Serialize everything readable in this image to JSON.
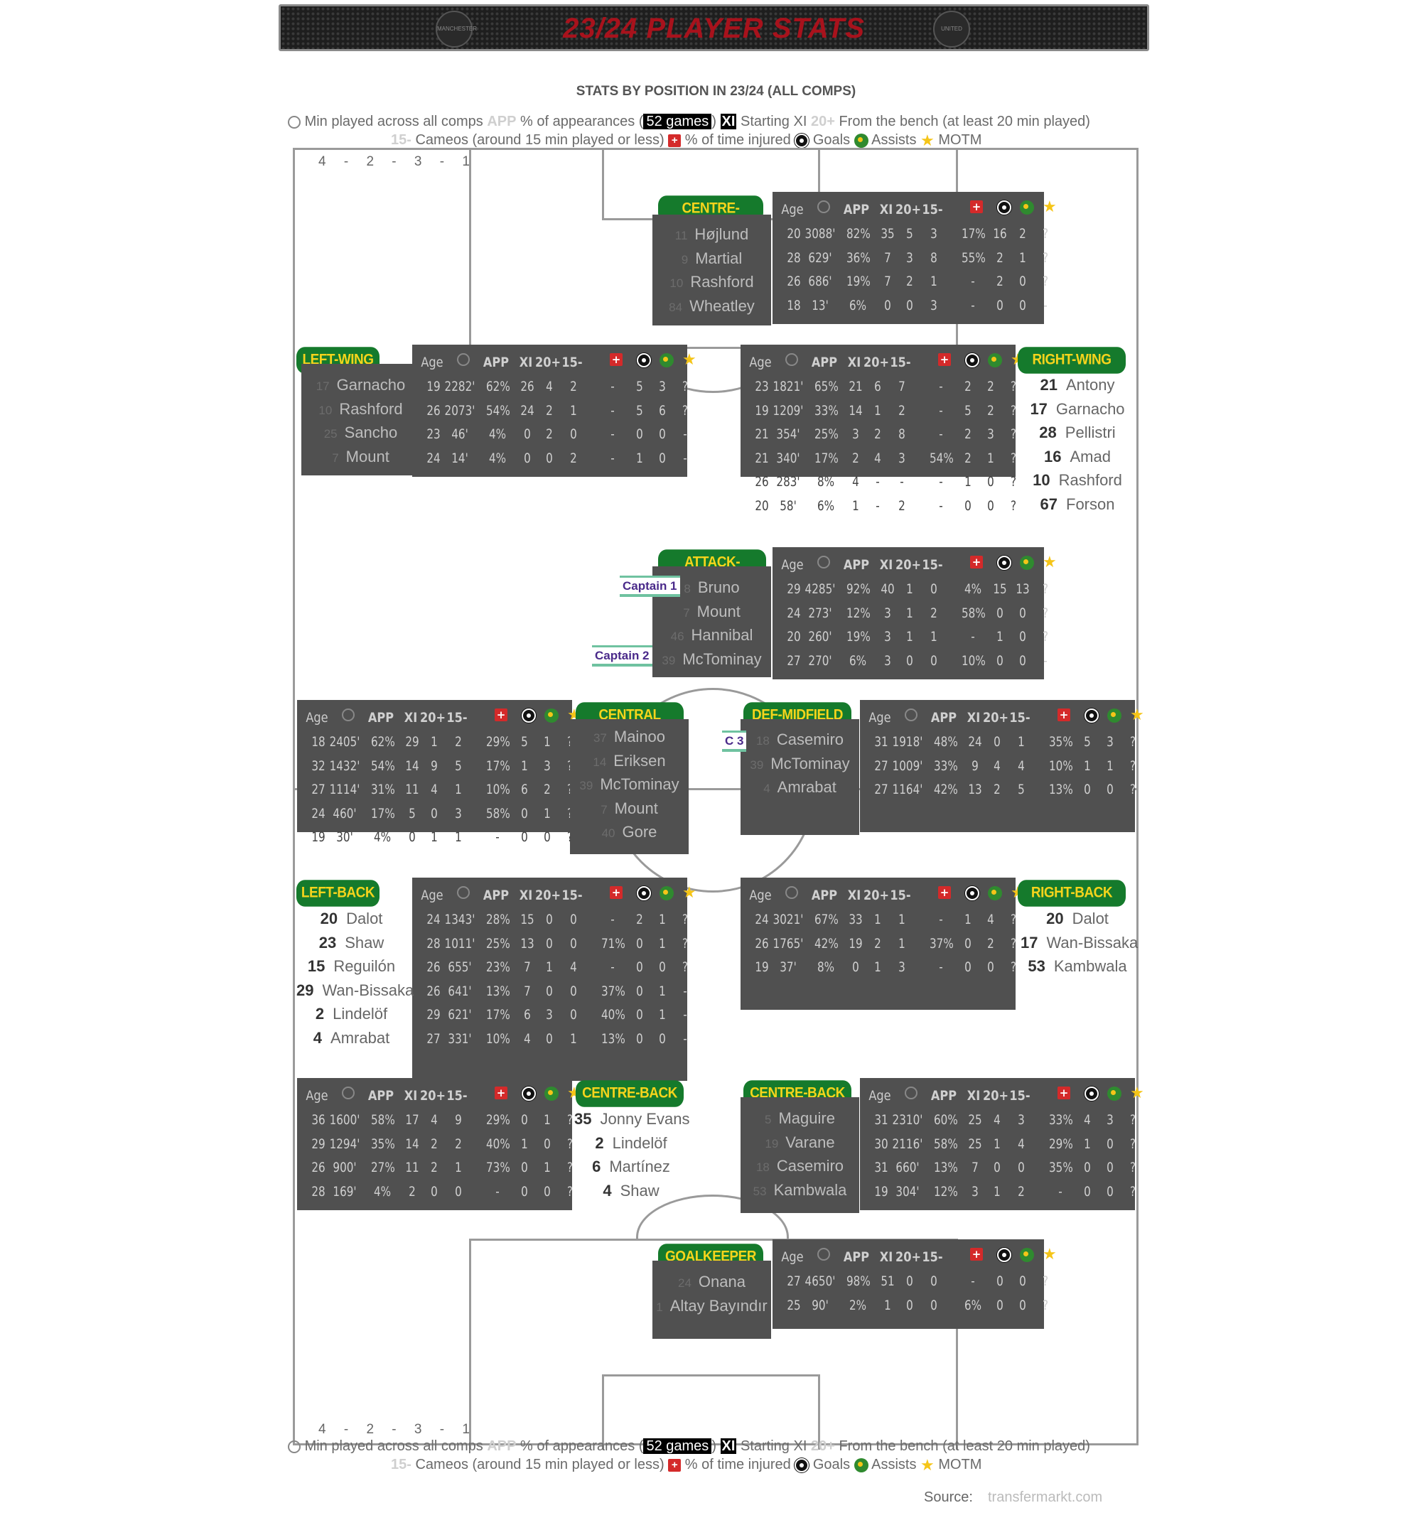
{
  "header": {
    "title": "23/24 PLAYER STATS",
    "crest_left": "MANCHESTER",
    "crest_right": "UNITED"
  },
  "subtitle": "STATS BY POSITION IN 23/24 (ALL COMPS)",
  "legend": {
    "min_played": "Min played across all comps",
    "app_key": "APP",
    "app_text": "% of appearances (",
    "games": "52 games",
    "xi_key": "XI",
    "xi_text": "Starting XI",
    "bench_key": "20+",
    "bench_text": "From the bench (at least 20 min played)",
    "cameo_key": "15-",
    "cameo_text": "Cameos (around 15 min played or less)",
    "injured_text": "% of time injured",
    "goals_text": "Goals",
    "assists_text": "Assists",
    "motm_text": "MOTM"
  },
  "formation": "4 - 2 - 3 - 1",
  "columns": [
    "Age",
    "APP",
    "XI",
    "20+",
    "15-"
  ],
  "captains": {
    "c1": "Captain 1",
    "c2": "Captain 2",
    "c3": "C 3"
  },
  "positions": {
    "cf": {
      "label": "CENTRE-FORWARD",
      "players": [
        {
          "num": "11",
          "name": "Højlund"
        },
        {
          "num": "9",
          "name": "Martial"
        },
        {
          "num": "10",
          "name": "Rashford"
        },
        {
          "num": "84",
          "name": "Wheatley"
        }
      ],
      "rows": [
        [
          "20",
          "3088'",
          "82%",
          "35",
          "5",
          "3",
          "17%",
          "16",
          "2",
          "?"
        ],
        [
          "28",
          "629'",
          "36%",
          "7",
          "3",
          "8",
          "55%",
          "2",
          "1",
          "?"
        ],
        [
          "26",
          "686'",
          "19%",
          "7",
          "2",
          "1",
          "-",
          "2",
          "0",
          "?"
        ],
        [
          "18",
          "13'",
          "6%",
          "0",
          "0",
          "3",
          "-",
          "0",
          "0",
          "-"
        ]
      ]
    },
    "lw": {
      "label": "LEFT-WING",
      "players": [
        {
          "num": "17",
          "name": "Garnacho"
        },
        {
          "num": "10",
          "name": "Rashford"
        },
        {
          "num": "25",
          "name": "Sancho"
        },
        {
          "num": "7",
          "name": "Mount"
        }
      ],
      "rows": [
        [
          "19",
          "2282'",
          "62%",
          "26",
          "4",
          "2",
          "-",
          "5",
          "3",
          "?"
        ],
        [
          "26",
          "2073'",
          "54%",
          "24",
          "2",
          "1",
          "-",
          "5",
          "6",
          "?"
        ],
        [
          "23",
          "46'",
          "4%",
          "0",
          "2",
          "0",
          "-",
          "0",
          "0",
          "-"
        ],
        [
          "24",
          "14'",
          "4%",
          "0",
          "0",
          "2",
          "-",
          "1",
          "0",
          "-"
        ]
      ]
    },
    "rw": {
      "label": "RIGHT-WING",
      "players": [
        {
          "num": "21",
          "name": "Antony"
        },
        {
          "num": "17",
          "name": "Garnacho"
        },
        {
          "num": "28",
          "name": "Pellistri"
        },
        {
          "num": "16",
          "name": "Amad"
        },
        {
          "num": "10",
          "name": "Rashford"
        },
        {
          "num": "67",
          "name": "Forson"
        }
      ],
      "rows": [
        [
          "23",
          "1821'",
          "65%",
          "21",
          "6",
          "7",
          "-",
          "2",
          "2",
          "?"
        ],
        [
          "19",
          "1209'",
          "33%",
          "14",
          "1",
          "2",
          "-",
          "5",
          "2",
          "?"
        ],
        [
          "21",
          "354'",
          "25%",
          "3",
          "2",
          "8",
          "-",
          "2",
          "3",
          "?"
        ],
        [
          "21",
          "340'",
          "17%",
          "2",
          "4",
          "3",
          "54%",
          "2",
          "1",
          "?"
        ],
        [
          "26",
          "283'",
          "8%",
          "4",
          "-",
          "-",
          "-",
          "1",
          "0",
          "?"
        ],
        [
          "20",
          "58'",
          "6%",
          "1",
          "-",
          "2",
          "-",
          "0",
          "0",
          "?"
        ]
      ]
    },
    "am": {
      "label": "ATTACK-MIDFIELD",
      "players": [
        {
          "num": "8",
          "name": "Bruno"
        },
        {
          "num": "7",
          "name": "Mount"
        },
        {
          "num": "46",
          "name": "Hannibal"
        },
        {
          "num": "39",
          "name": "McTominay"
        }
      ],
      "rows": [
        [
          "29",
          "4285'",
          "92%",
          "40",
          "1",
          "0",
          "4%",
          "15",
          "13",
          "?"
        ],
        [
          "24",
          "273'",
          "12%",
          "3",
          "1",
          "2",
          "58%",
          "0",
          "0",
          "?"
        ],
        [
          "20",
          "260'",
          "19%",
          "3",
          "1",
          "1",
          "-",
          "1",
          "0",
          "?"
        ],
        [
          "27",
          "270'",
          "6%",
          "3",
          "0",
          "0",
          "10%",
          "0",
          "0",
          "-"
        ]
      ]
    },
    "cm": {
      "label": "CENTRAL MIDFIELD",
      "players": [
        {
          "num": "37",
          "name": "Mainoo"
        },
        {
          "num": "14",
          "name": "Eriksen"
        },
        {
          "num": "39",
          "name": "McTominay"
        },
        {
          "num": "7",
          "name": "Mount"
        },
        {
          "num": "40",
          "name": "Gore"
        }
      ],
      "rows": [
        [
          "18",
          "2405'",
          "62%",
          "29",
          "1",
          "2",
          "29%",
          "5",
          "1",
          "?"
        ],
        [
          "32",
          "1432'",
          "54%",
          "14",
          "9",
          "5",
          "17%",
          "1",
          "3",
          "?"
        ],
        [
          "27",
          "1114'",
          "31%",
          "11",
          "4",
          "1",
          "10%",
          "6",
          "2",
          "?"
        ],
        [
          "24",
          "460'",
          "17%",
          "5",
          "0",
          "3",
          "58%",
          "0",
          "1",
          "?"
        ],
        [
          "19",
          "30'",
          "4%",
          "0",
          "1",
          "1",
          "-",
          "0",
          "0",
          "?"
        ]
      ]
    },
    "dm": {
      "label": "DEF-MIDFIELD",
      "players": [
        {
          "num": "18",
          "name": "Casemiro"
        },
        {
          "num": "39",
          "name": "McTominay"
        },
        {
          "num": "4",
          "name": "Amrabat"
        }
      ],
      "rows": [
        [
          "31",
          "1918'",
          "48%",
          "24",
          "0",
          "1",
          "35%",
          "5",
          "3",
          "?"
        ],
        [
          "27",
          "1009'",
          "33%",
          "9",
          "4",
          "4",
          "10%",
          "1",
          "1",
          "?"
        ],
        [
          "27",
          "1164'",
          "42%",
          "13",
          "2",
          "5",
          "13%",
          "0",
          "0",
          "?"
        ]
      ]
    },
    "lb": {
      "label": "LEFT-BACK",
      "players": [
        {
          "num": "20",
          "name": "Dalot"
        },
        {
          "num": "23",
          "name": "Shaw"
        },
        {
          "num": "15",
          "name": "Reguilón"
        },
        {
          "num": "29",
          "name": "Wan-Bissaka"
        },
        {
          "num": "2",
          "name": "Lindelöf"
        },
        {
          "num": "4",
          "name": "Amrabat"
        }
      ],
      "rows": [
        [
          "24",
          "1343'",
          "28%",
          "15",
          "0",
          "0",
          "-",
          "2",
          "1",
          "?"
        ],
        [
          "28",
          "1011'",
          "25%",
          "13",
          "0",
          "0",
          "71%",
          "0",
          "1",
          "?"
        ],
        [
          "26",
          "655'",
          "23%",
          "7",
          "1",
          "4",
          "-",
          "0",
          "0",
          "?"
        ],
        [
          "26",
          "641'",
          "13%",
          "7",
          "0",
          "0",
          "37%",
          "0",
          "1",
          "-"
        ],
        [
          "29",
          "621'",
          "17%",
          "6",
          "3",
          "0",
          "40%",
          "0",
          "1",
          "-"
        ],
        [
          "27",
          "331'",
          "10%",
          "4",
          "0",
          "1",
          "13%",
          "0",
          "0",
          "-"
        ]
      ]
    },
    "rb": {
      "label": "RIGHT-BACK",
      "players": [
        {
          "num": "20",
          "name": "Dalot"
        },
        {
          "num": "17",
          "name": "Wan-Bissaka"
        },
        {
          "num": "53",
          "name": "Kambwala"
        }
      ],
      "rows": [
        [
          "24",
          "3021'",
          "67%",
          "33",
          "1",
          "1",
          "-",
          "1",
          "4",
          "?"
        ],
        [
          "26",
          "1765'",
          "42%",
          "19",
          "2",
          "1",
          "37%",
          "0",
          "2",
          "?"
        ],
        [
          "19",
          "37'",
          "8%",
          "0",
          "1",
          "3",
          "-",
          "0",
          "0",
          "?"
        ]
      ]
    },
    "cbl": {
      "label": "CENTRE-BACK",
      "players": [
        {
          "num": "35",
          "name": "Jonny Evans"
        },
        {
          "num": "2",
          "name": "Lindelöf"
        },
        {
          "num": "6",
          "name": "Martínez"
        },
        {
          "num": "4",
          "name": "Shaw"
        }
      ],
      "rows": [
        [
          "36",
          "1600'",
          "58%",
          "17",
          "4",
          "9",
          "29%",
          "0",
          "1",
          "?"
        ],
        [
          "29",
          "1294'",
          "35%",
          "14",
          "2",
          "2",
          "40%",
          "1",
          "0",
          "?"
        ],
        [
          "26",
          "900'",
          "27%",
          "11",
          "2",
          "1",
          "73%",
          "0",
          "1",
          "?"
        ],
        [
          "28",
          "169'",
          "4%",
          "2",
          "0",
          "0",
          "-",
          "0",
          "0",
          "?"
        ]
      ]
    },
    "cbr": {
      "label": "CENTRE-BACK",
      "players": [
        {
          "num": "5",
          "name": "Maguire"
        },
        {
          "num": "19",
          "name": "Varane"
        },
        {
          "num": "18",
          "name": "Casemiro"
        },
        {
          "num": "53",
          "name": "Kambwala"
        }
      ],
      "rows": [
        [
          "31",
          "2310'",
          "60%",
          "25",
          "4",
          "3",
          "33%",
          "4",
          "3",
          "?"
        ],
        [
          "30",
          "2116'",
          "58%",
          "25",
          "1",
          "4",
          "29%",
          "1",
          "0",
          "?"
        ],
        [
          "31",
          "660'",
          "13%",
          "7",
          "0",
          "0",
          "35%",
          "0",
          "0",
          "?"
        ],
        [
          "19",
          "304'",
          "12%",
          "3",
          "1",
          "2",
          "-",
          "0",
          "0",
          "?"
        ]
      ]
    },
    "gk": {
      "label": "GOALKEEPER",
      "players": [
        {
          "num": "24",
          "name": "Onana"
        },
        {
          "num": "1",
          "name": "Altay Bayındır"
        }
      ],
      "rows": [
        [
          "27",
          "4650'",
          "98%",
          "51",
          "0",
          "0",
          "-",
          "0",
          "0",
          "?"
        ],
        [
          "25",
          "90'",
          "2%",
          "1",
          "0",
          "0",
          "6%",
          "0",
          "0",
          "?"
        ]
      ]
    }
  },
  "source": {
    "label": "Source:",
    "value": "transfermarkt.com"
  },
  "colors": {
    "badge_bg": "#157a2c",
    "badge_text": "#f5d41c",
    "panel": "#505050",
    "header_title": "#a8121c"
  }
}
